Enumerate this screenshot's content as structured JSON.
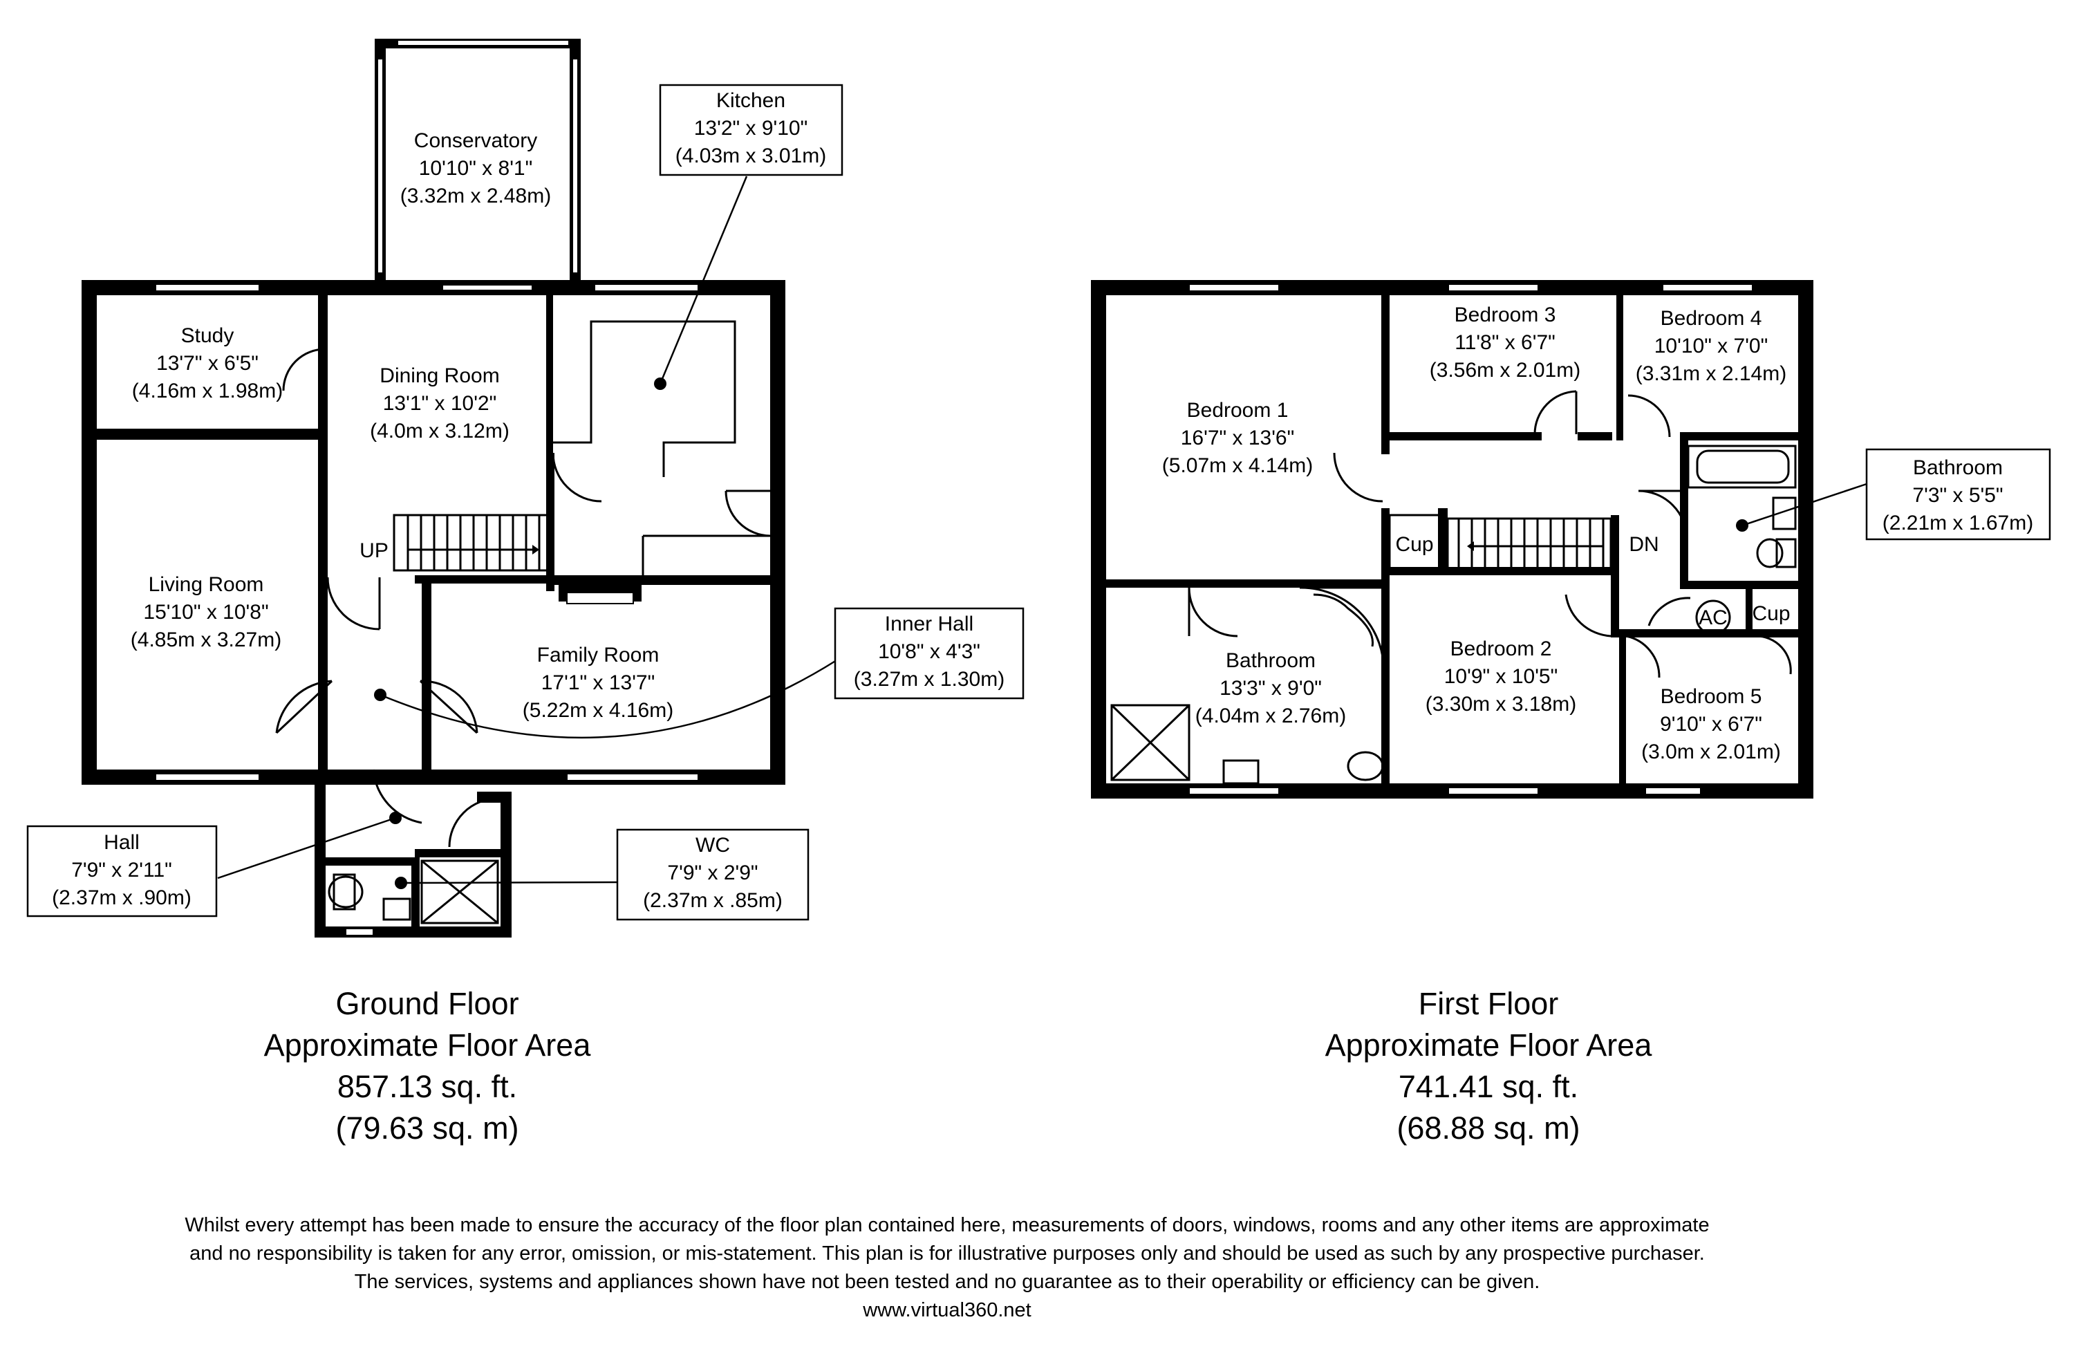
{
  "ground_floor": {
    "rooms": {
      "conservatory": {
        "name": "Conservatory",
        "dims": "10'10\" x 8'1\"",
        "metric": "(3.32m x 2.48m)"
      },
      "study": {
        "name": "Study",
        "dims": "13'7\" x 6'5\"",
        "metric": "(4.16m x 1.98m)"
      },
      "dining": {
        "name": "Dining Room",
        "dims": "13'1\" x 10'2\"",
        "metric": "(4.0m x 3.12m)"
      },
      "living": {
        "name": "Living Room",
        "dims": "15'10\" x 10'8\"",
        "metric": "(4.85m x 3.27m)"
      },
      "family": {
        "name": "Family Room",
        "dims": "17'1\" x 13'7\"",
        "metric": "(5.22m x 4.16m)"
      }
    },
    "callouts": {
      "kitchen": {
        "name": "Kitchen",
        "dims": "13'2\" x 9'10\"",
        "metric": "(4.03m x 3.01m)"
      },
      "inner_hall": {
        "name": "Inner Hall",
        "dims": "10'8\" x 4'3\"",
        "metric": "(3.27m x 1.30m)"
      },
      "hall": {
        "name": "Hall",
        "dims": "7'9\" x 2'11\"",
        "metric": "(2.37m x .90m)"
      },
      "wc": {
        "name": "WC",
        "dims": "7'9\" x 2'9\"",
        "metric": "(2.37m x .85m)"
      }
    },
    "up_label": "UP",
    "caption": {
      "title": "Ground Floor",
      "subtitle": "Approximate Floor Area",
      "sqft": "857.13 sq. ft.",
      "sqm": "(79.63 sq. m)"
    }
  },
  "first_floor": {
    "rooms": {
      "bedroom1": {
        "name": "Bedroom 1",
        "dims": "16'7\" x 13'6\"",
        "metric": "(5.07m x 4.14m)"
      },
      "bedroom3": {
        "name": "Bedroom 3",
        "dims": "11'8\" x 6'7\"",
        "metric": "(3.56m x 2.01m)"
      },
      "bedroom4": {
        "name": "Bedroom 4",
        "dims": "10'10\" x 7'0\"",
        "metric": "(3.31m x 2.14m)"
      },
      "bathroom_main": {
        "name": "Bathroom",
        "dims": "13'3\" x 9'0\"",
        "metric": "(4.04m x 2.76m)"
      },
      "bedroom2": {
        "name": "Bedroom 2",
        "dims": "10'9\" x 10'5\"",
        "metric": "(3.30m x 3.18m)"
      },
      "bedroom5": {
        "name": "Bedroom 5",
        "dims": "9'10\" x 6'7\"",
        "metric": "(3.0m x 2.01m)"
      }
    },
    "callouts": {
      "bathroom": {
        "name": "Bathroom",
        "dims": "7'3\" x 5'5\"",
        "metric": "(2.21m x 1.67m)"
      }
    },
    "cup1": "Cup",
    "cup2": "Cup",
    "ac": "AC",
    "dn_label": "DN",
    "caption": {
      "title": "First Floor",
      "subtitle": "Approximate Floor Area",
      "sqft": "741.41 sq. ft.",
      "sqm": "(68.88 sq. m)"
    }
  },
  "disclaimer": {
    "line1": "Whilst every attempt has been made to ensure the accuracy of the floor plan contained here, measurements of doors, windows, rooms and any other items are approximate",
    "line2": "and no responsibility is taken for any error, omission, or mis-statement. This plan is for illustrative purposes only and should be used as such by any prospective purchaser.",
    "line3": "The services, systems and appliances shown have not been tested and no guarantee as to their operability or efficiency can be given.",
    "url": "www.virtual360.net"
  }
}
